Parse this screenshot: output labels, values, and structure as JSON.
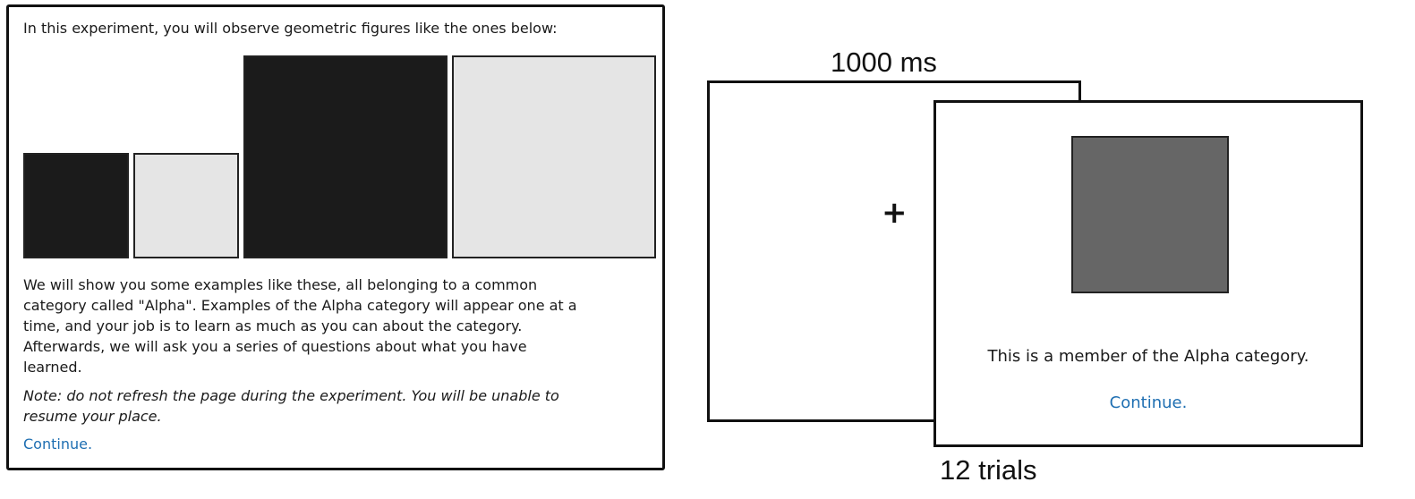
{
  "instruction_screen": {
    "intro": "In this experiment, you will observe geometric figures like the ones below:",
    "example_figures": [
      {
        "shade": "dark",
        "size": "small",
        "fill": "#1b1b1b"
      },
      {
        "shade": "light",
        "size": "small",
        "fill": "#e5e5e5"
      },
      {
        "shade": "dark",
        "size": "large",
        "fill": "#1b1b1b"
      },
      {
        "shade": "light",
        "size": "large",
        "fill": "#e5e5e5"
      }
    ],
    "body": "We will show you some examples like these, all belonging to a common\ncategory called \"Alpha\".   Examples of the Alpha category will appear one at a\ntime, and your job is to learn as much as you can about the category.\nAfterwards, we will ask you a series of questions about what you have\nlearned.",
    "note": "Note: do not refresh the page during the experiment. You will be unable to resume your place.",
    "continue_label": "Continue."
  },
  "trial_sequence": {
    "fixation_duration_label": "1000 ms",
    "fixation_symbol": "+",
    "stimulus_screen": {
      "stimulus_fill": "#666666",
      "caption": "This is a member of the Alpha category.",
      "continue_label": "Continue."
    },
    "trial_count_label": "12 trials"
  },
  "colors": {
    "link": "#1f6fb2",
    "border": "#111111",
    "text": "#1a1a1a"
  }
}
